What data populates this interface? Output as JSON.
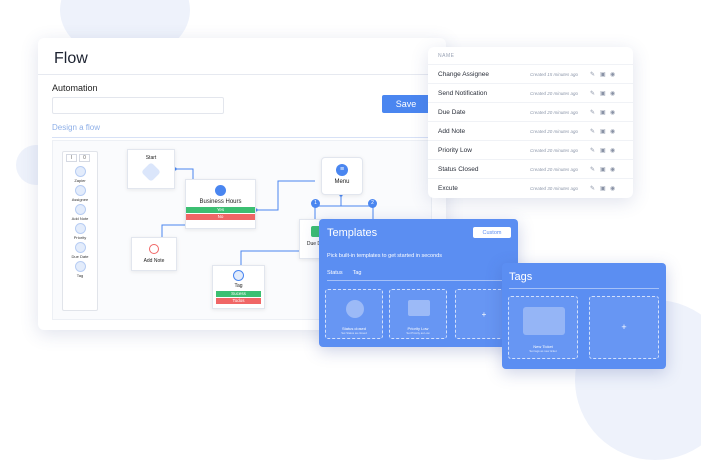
{
  "flow": {
    "title": "Flow",
    "automation_label": "Automation",
    "automation_value": "",
    "save_label": "Save",
    "design_label": "Design a flow",
    "palette": {
      "tabs": [
        "I",
        "0"
      ],
      "items": [
        "Zapier",
        "Assignee",
        "Add Note",
        "Priority",
        "Due Date",
        "Tag"
      ]
    },
    "nodes": {
      "start": "Start",
      "business_hours": "Business Hours",
      "yes": "Yes",
      "no": "No",
      "menu": "Menu",
      "add_note": "Add Note",
      "due_date": "Due Dat",
      "tag": "Tag",
      "tag_opt1": "Sucess",
      "tag_opt2": "Todos",
      "badge1": "1",
      "badge2": "2"
    }
  },
  "names": {
    "header": "NAME",
    "rows": [
      {
        "name": "Change Assignee",
        "created": "Created 15 minutes ago"
      },
      {
        "name": "Send Notification",
        "created": "Created 20 minutes ago"
      },
      {
        "name": "Due Date",
        "created": "Created 20 minutes ago"
      },
      {
        "name": "Add Note",
        "created": "Created 20 minutes ago"
      },
      {
        "name": "Priority Low",
        "created": "Created 20 minutes ago"
      },
      {
        "name": "Status Closed",
        "created": "Created 20 minutes ago"
      },
      {
        "name": "Excute",
        "created": "Created 30 minutes ago"
      }
    ]
  },
  "templates": {
    "title": "Templates",
    "custom_label": "Custom",
    "description": "Pick built-in templates to get started in seconds",
    "tabs": [
      "Status",
      "Tag"
    ],
    "cards": [
      {
        "label": "Status closed",
        "sub": "Set Status as closed"
      },
      {
        "label": "Priority Low",
        "sub": "Set Priority as Low"
      }
    ],
    "add_symbol": "+"
  },
  "tags": {
    "title": "Tags",
    "cards": [
      {
        "label": "New Ticket",
        "sub": "Set tags as new ticket"
      }
    ],
    "add_symbol": "+"
  },
  "colors": {
    "accent": "#4a86f0",
    "panel_blue": "#5b8ef2",
    "success": "#3cbf72",
    "danger": "#f06666"
  }
}
